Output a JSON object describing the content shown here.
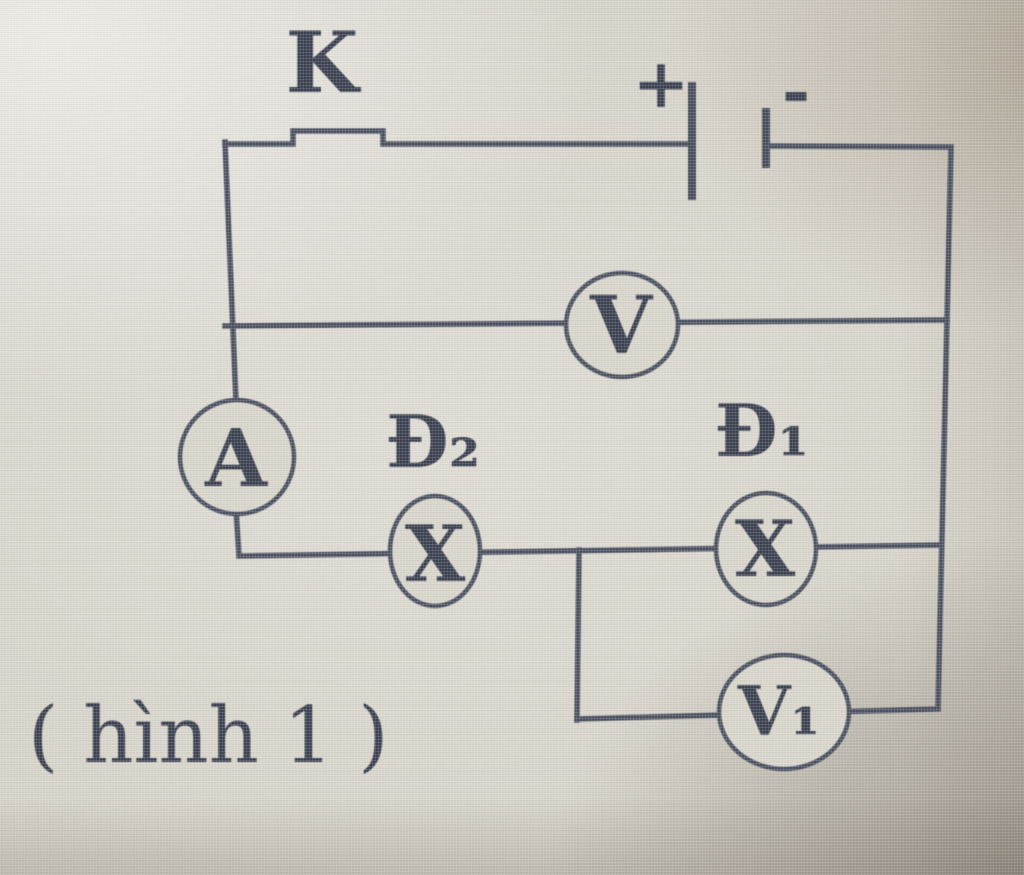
{
  "figure": {
    "kind": "electric-circuit-diagram-photo",
    "caption": "( hình 1 )",
    "labels": {
      "switch": "K",
      "battery_positive": "+",
      "battery_negative": "-",
      "lamp2": "Đ₂",
      "lamp1": "Đ₁"
    },
    "components": {
      "voltmeter_main": "V",
      "ammeter": "A",
      "voltmeter_1": "V₁",
      "lamp_symbol": "X"
    },
    "colors": {
      "paper": "#d5d2c8",
      "wire": "#4a5060",
      "ink": "#3a4050",
      "caption_ink": "#4f5565"
    }
  }
}
